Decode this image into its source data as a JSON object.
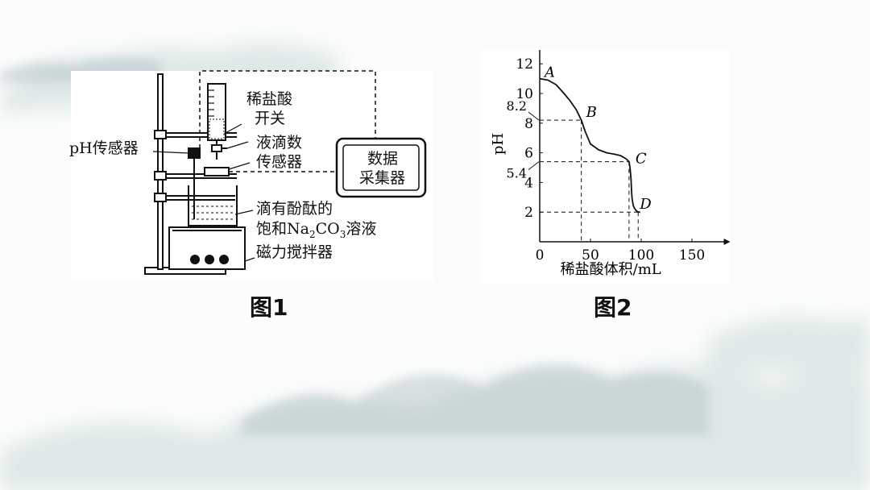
{
  "figure1": {
    "caption": "图1",
    "labels": {
      "acid": "稀盐酸",
      "switch": "开关",
      "ph_sensor": "pH传感器",
      "drop_sensor_1": "液滴数",
      "drop_sensor_2": "传感器",
      "collector_1": "数据",
      "collector_2": "采集器",
      "solution_1": "滴有酚酞的",
      "solution_2_prefix": "饱和Na",
      "solution_sub_1": "2",
      "solution_mid": "CO",
      "solution_sub_2": "3",
      "solution_suffix": "溶液",
      "stirrer": "磁力搅拌器"
    }
  },
  "figure2": {
    "caption": "图2"
  },
  "chart_data": {
    "type": "line",
    "xlabel": "稀盐酸体积/mL",
    "ylabel": "pH",
    "xlim": [
      0,
      175
    ],
    "ylim": [
      0,
      13
    ],
    "x_ticks": [
      "0",
      "50",
      "100",
      "150"
    ],
    "y_ticks": [
      "2",
      "4",
      "6",
      "8",
      "10",
      "12"
    ],
    "extra_y_ticks": [
      "8.2",
      "5.4"
    ],
    "series": [
      {
        "x": [
          0,
          8,
          16,
          24,
          30,
          36,
          41,
          45,
          50,
          58,
          66,
          74,
          80,
          85,
          88,
          89,
          90,
          90.5,
          91,
          92,
          93,
          95,
          97,
          99
        ],
        "y": [
          11.0,
          10.9,
          10.6,
          10.0,
          9.5,
          8.9,
          8.2,
          7.4,
          6.6,
          6.2,
          6.0,
          5.9,
          5.8,
          5.6,
          5.4,
          5.0,
          4.2,
          3.4,
          2.9,
          2.5,
          2.3,
          2.1,
          2.0,
          2.0
        ]
      }
    ],
    "points": [
      {
        "label": "A",
        "x": 0,
        "y": 11.0
      },
      {
        "label": "B",
        "x": 41,
        "y": 8.2
      },
      {
        "label": "C",
        "x": 88,
        "y": 5.4
      },
      {
        "label": "D",
        "x": 97,
        "y": 2.0
      }
    ]
  }
}
